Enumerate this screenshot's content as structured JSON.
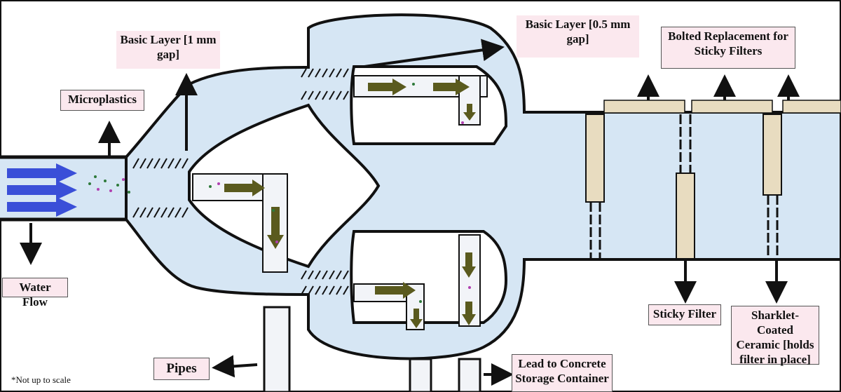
{
  "labels": {
    "microplastics": "Microplastics",
    "basic_layer_1mm": "Basic Layer [1 mm gap]",
    "basic_layer_05mm": "Basic Layer [0.5 mm gap]",
    "bolted_replacement": "Bolted Replacement for Sticky Filters",
    "water_flow": "Water Flow",
    "pipes": "Pipes",
    "lead_to_concrete": "Lead to Concrete Storage Container",
    "sticky_filter": "Sticky Filter",
    "sharklet": "Sharklet-Coated Ceramic [holds filter in place]"
  },
  "note": "*Not up to scale",
  "colors": {
    "water": "#d6e6f4",
    "pipe_outline": "#111111",
    "flow_arrow": "#3a4fd8",
    "drain_arrow": "#5a5a1e",
    "ceramic": "#e8dcc0",
    "label_bg": "#fbe8ee"
  }
}
